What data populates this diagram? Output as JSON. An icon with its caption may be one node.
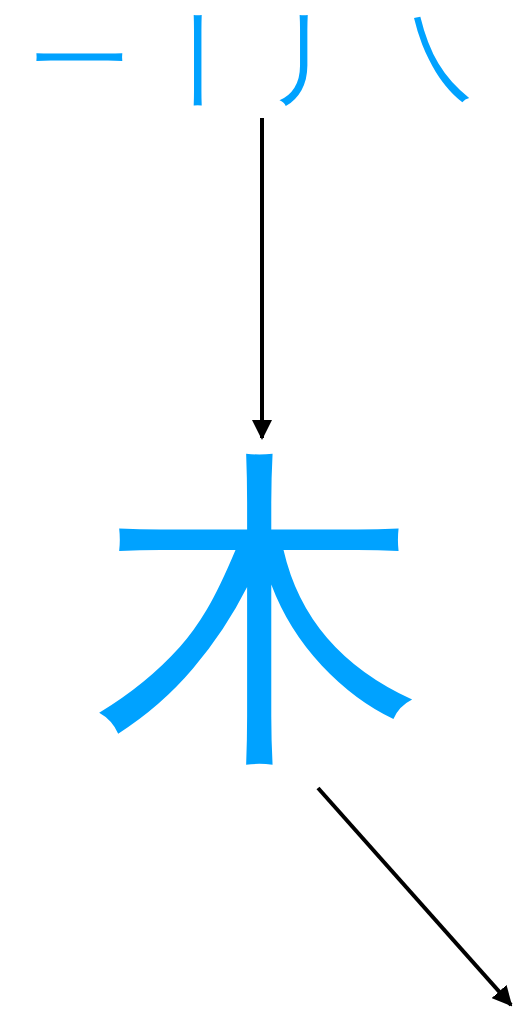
{
  "diagram": {
    "nodes": [
      {
        "text": [
          "一",
          "丨",
          "丿",
          "㇏"
        ]
      },
      {
        "text": [
          "木"
        ]
      }
    ],
    "edges": [
      {
        "from": 0,
        "to": 1,
        "arrow": "to"
      },
      {
        "from": 1,
        "to": null,
        "arrow": "to"
      }
    ]
  }
}
